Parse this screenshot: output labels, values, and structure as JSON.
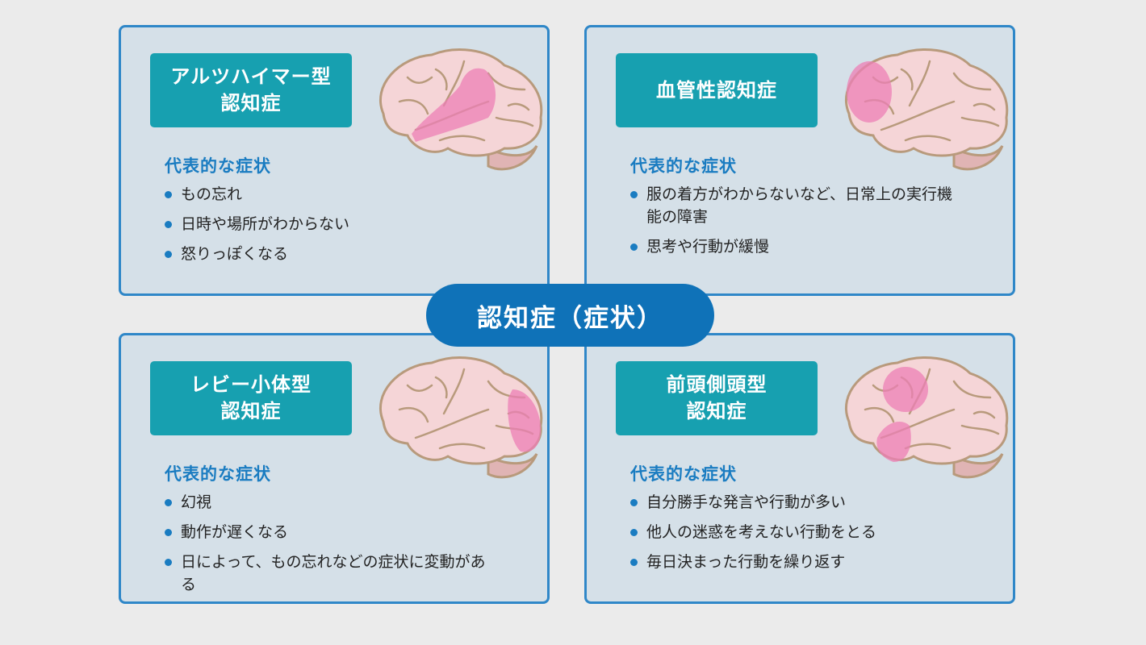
{
  "center_title": "認知症（症状）",
  "cards": [
    {
      "type_lines": [
        "アルツハイマー型",
        "認知症"
      ],
      "heading": "代表的な症状",
      "symptoms": [
        "もの忘れ",
        "日時や場所がわからない",
        "怒りっぽくなる"
      ]
    },
    {
      "type_lines": [
        "血管性認知症"
      ],
      "heading": "代表的な症状",
      "symptoms": [
        "服の着方がわからないなど、日常上の実行機能の障害",
        "思考や行動が緩慢"
      ]
    },
    {
      "type_lines": [
        "レビー小体型",
        "認知症"
      ],
      "heading": "代表的な症状",
      "symptoms": [
        "幻視",
        "動作が遅くなる",
        "日によって、もの忘れなどの症状に変動がある"
      ]
    },
    {
      "type_lines": [
        "前頭側頭型",
        "認知症"
      ],
      "heading": "代表的な症状",
      "symptoms": [
        "自分勝手な発言や行動が多い",
        "他人の迷惑を考えない行動をとる",
        "毎日決まった行動を繰り返す"
      ]
    }
  ],
  "colors": {
    "border": "#2f87c8",
    "type_box": "#17a0b0",
    "heading": "#1a7cc1",
    "highlight": "#ec7fb5",
    "brain": "#f5d5d7"
  }
}
